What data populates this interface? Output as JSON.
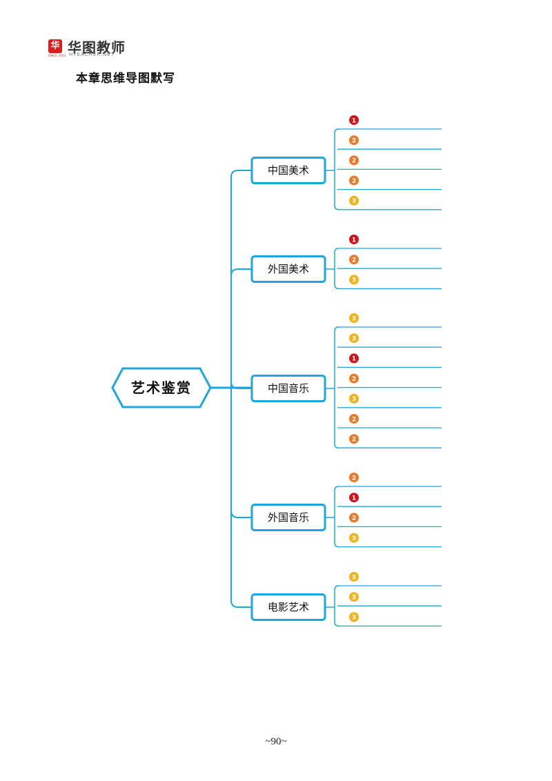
{
  "header": {
    "logo_mark": "华",
    "logo_mark_sub": "SINCE 2001",
    "logo_name": "华图教师",
    "logo_sub": "HTEACHER.NET"
  },
  "heading": "本章思维导图默写",
  "page_number": "~90~",
  "colors": {
    "line": "#1aa7e0",
    "level1": "#d0141c",
    "level2": "#ea7a2a",
    "level3": "#f2b21c"
  },
  "mindmap": {
    "root": "艺术鉴赏",
    "branches": [
      {
        "label": "中国美术",
        "slots": [
          1,
          2,
          2,
          2,
          3
        ]
      },
      {
        "label": "外国美术",
        "slots": [
          1,
          2,
          3
        ]
      },
      {
        "label": "中国音乐",
        "slots": [
          3,
          3,
          1,
          2,
          3,
          2,
          2
        ]
      },
      {
        "label": "外国音乐",
        "slots": [
          2,
          1,
          2,
          3
        ]
      },
      {
        "label": "电影艺术",
        "slots": [
          3,
          3,
          3
        ]
      }
    ]
  }
}
